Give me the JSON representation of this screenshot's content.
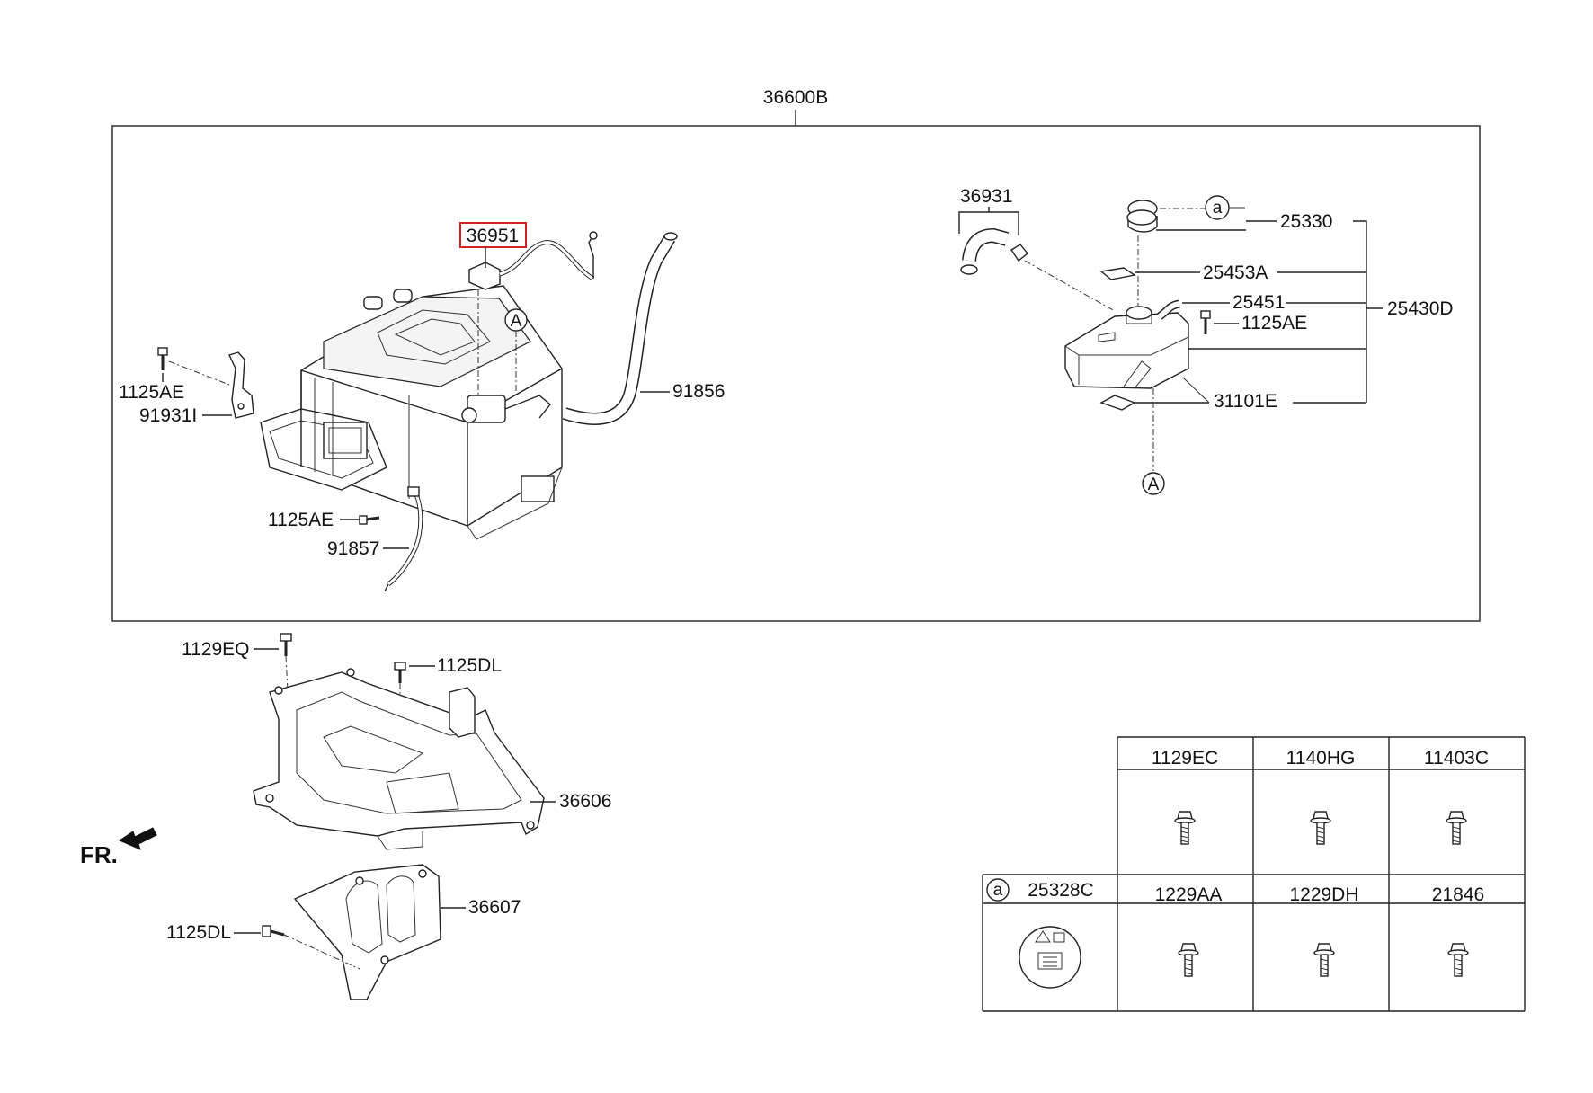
{
  "assembly": {
    "number": "36600B"
  },
  "callouts": {
    "c36951": "36951",
    "c1125AE_a": "1125AE",
    "c91931I": "91931I",
    "c91856": "91856",
    "c1125AE_b": "1125AE",
    "c91857": "91857",
    "c36931": "36931",
    "c25330": "25330",
    "c25453A": "25453A",
    "c25451": "25451",
    "c1125AE_c": "1125AE",
    "c25430D": "25430D",
    "c31101E": "31101E",
    "c1129EQ": "1129EQ",
    "c1125DL_a": "1125DL",
    "c36606": "36606",
    "c36607": "36607",
    "c1125DL_b": "1125DL"
  },
  "refs": {
    "A1": "A",
    "A2": "A",
    "a1": "a",
    "a2": "a"
  },
  "front_indicator": "FR.",
  "highlighted_part": "36951",
  "highlight_color": "#d32020",
  "fastener_table": {
    "row1": [
      "1129EC",
      "1140HG",
      "11403C"
    ],
    "row2_header_ref": "a",
    "row2": [
      "25328C",
      "1229AA",
      "1229DH",
      "21846"
    ]
  }
}
